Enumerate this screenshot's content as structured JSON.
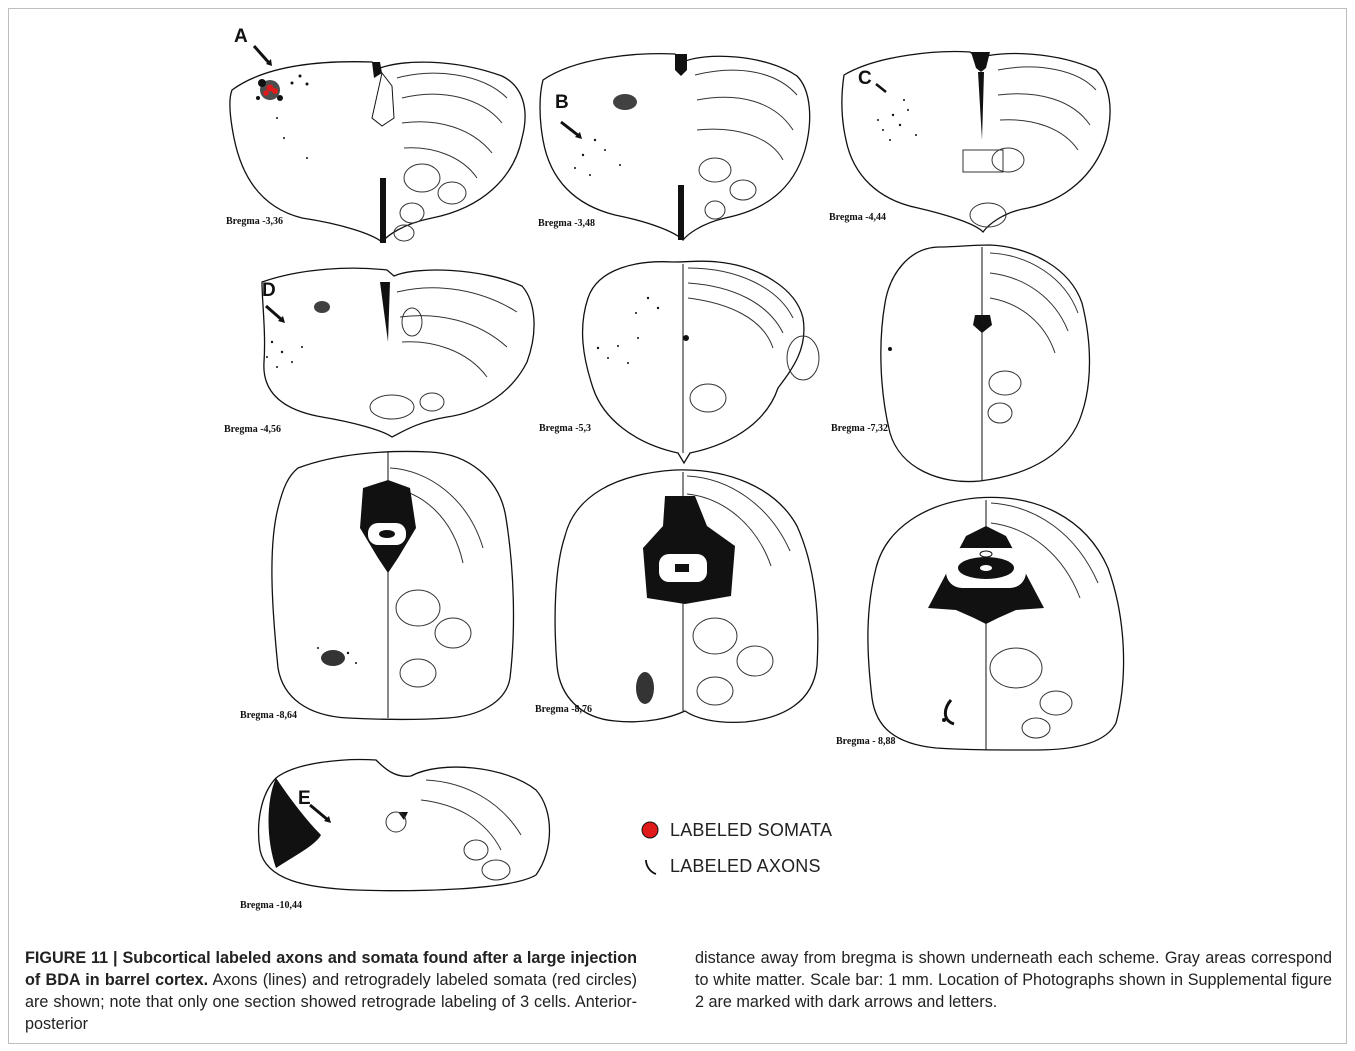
{
  "figure": {
    "panels": [
      {
        "id": "p1",
        "bregma": "Bregma -3,36",
        "marker": "A"
      },
      {
        "id": "p2",
        "bregma": "Bregma -3,48",
        "marker": "B"
      },
      {
        "id": "p3",
        "bregma": "Bregma -4,44",
        "marker": "C"
      },
      {
        "id": "p4",
        "bregma": "Bregma -4,56",
        "marker": "D"
      },
      {
        "id": "p5",
        "bregma": "Bregma -5,3",
        "marker": ""
      },
      {
        "id": "p6",
        "bregma": "Bregma -7,32",
        "marker": ""
      },
      {
        "id": "p7",
        "bregma": "Bregma -8,64",
        "marker": ""
      },
      {
        "id": "p8",
        "bregma": "Bregma -8,76",
        "marker": ""
      },
      {
        "id": "p9",
        "bregma": "Bregma - 8,88",
        "marker": ""
      },
      {
        "id": "p10",
        "bregma": "Bregma -10,44",
        "marker": "E"
      }
    ],
    "legend": {
      "somata": "LABELED SOMATA",
      "axons": "LABELED AXONS"
    },
    "colors": {
      "soma": "#e01a1a",
      "ink": "#111111"
    }
  },
  "caption": {
    "label": "FIGURE 11 | ",
    "title": "Subcortical labeled axons and somata found after a large injection of BDA in barrel cortex.",
    "body_left": "Axons (lines) and retrogradely labeled somata (red circles) are shown; note that only one section showed retrograde labeling of 3 cells. Anterior-posterior",
    "body_right": "distance away from bregma is shown underneath each scheme. Gray areas correspond to white matter. Scale bar: 1 mm. Location of Photographs shown in Supplemental figure 2 are marked with dark arrows and letters."
  }
}
